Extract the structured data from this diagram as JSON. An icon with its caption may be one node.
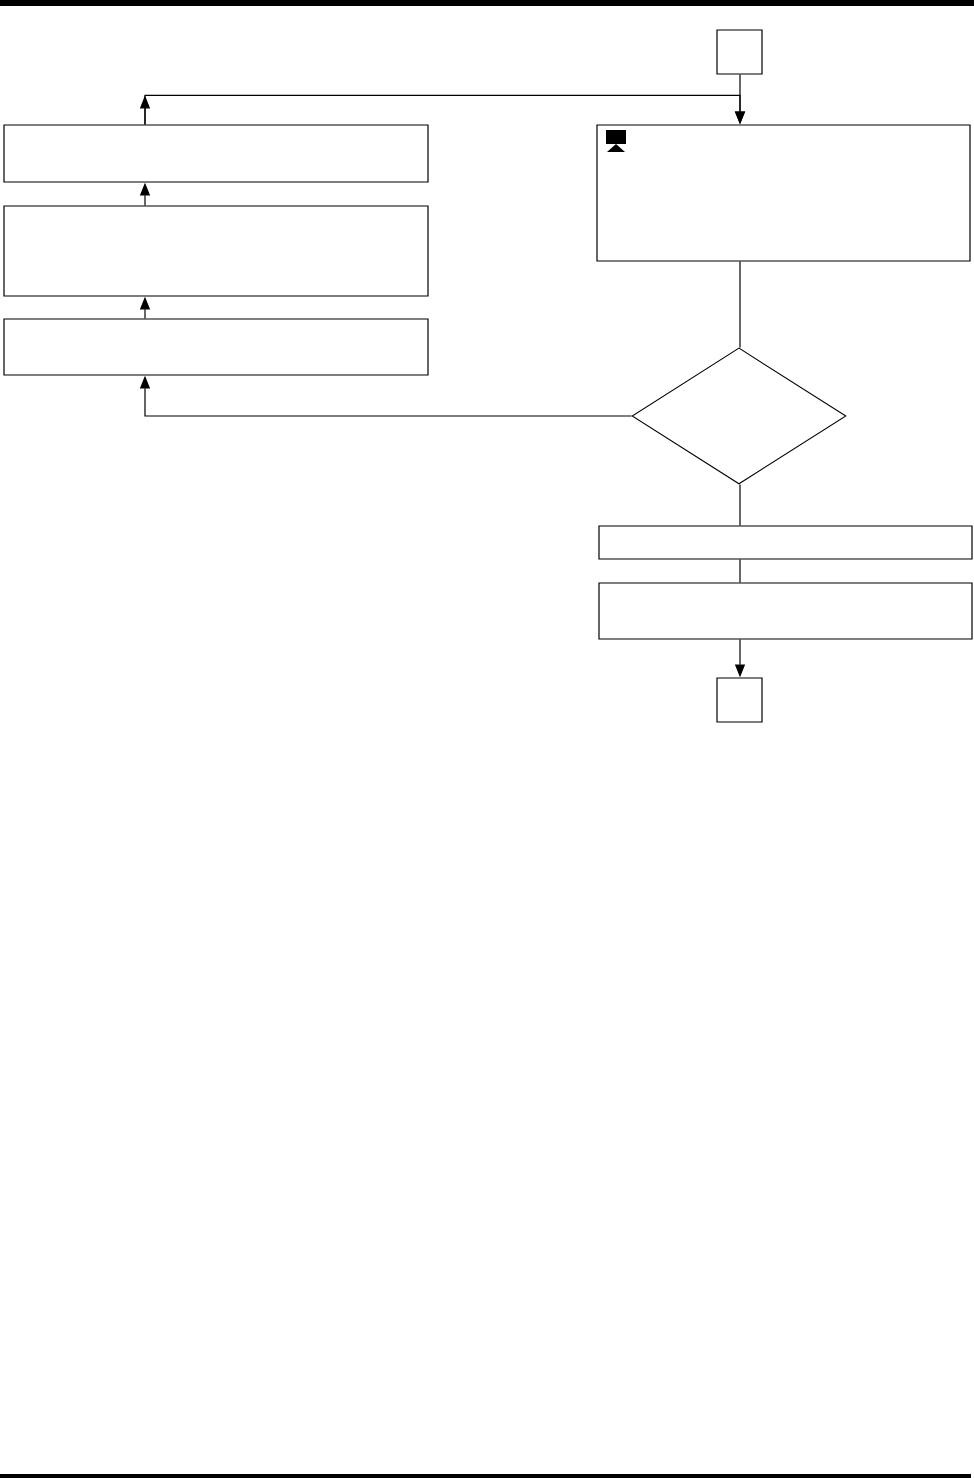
{
  "diagram": {
    "nodes": [
      {
        "text": [],
        "shape": "box"
      },
      {
        "text": [],
        "shape": "box"
      },
      {
        "text": [],
        "shape": "box"
      },
      {
        "text": [],
        "shape": "box"
      },
      {
        "text": [],
        "shape": "box"
      },
      {
        "text": [],
        "shape": "diamond"
      },
      {
        "text": [],
        "shape": "box"
      },
      {
        "text": [],
        "shape": "box"
      },
      {
        "text": [],
        "shape": "box"
      }
    ],
    "edges": [
      {
        "from": 0,
        "to": 4,
        "arrow": "to"
      },
      {
        "from": 1,
        "to": 4,
        "arrow": "to"
      },
      {
        "from": 2,
        "to": 1,
        "arrow": "to"
      },
      {
        "from": 3,
        "to": 2,
        "arrow": "to"
      },
      {
        "from": 4,
        "to": 5,
        "arrow": "none"
      },
      {
        "from": 5,
        "to": 3,
        "arrow": "to"
      },
      {
        "from": 5,
        "to": 6,
        "arrow": "none"
      },
      {
        "from": 6,
        "to": 7,
        "arrow": "none"
      },
      {
        "from": 7,
        "to": 8,
        "arrow": "to"
      }
    ]
  }
}
